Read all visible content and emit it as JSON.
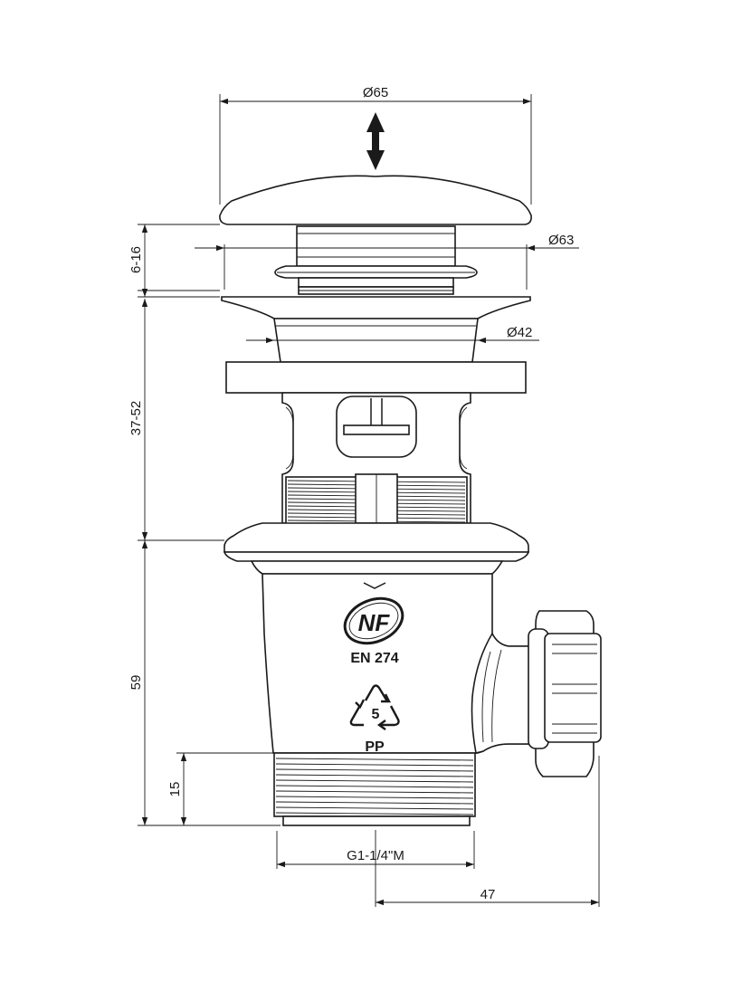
{
  "dimensions": {
    "cap_diameter": "Ø65",
    "seat_diameter": "Ø63",
    "body_diameter": "Ø42",
    "lift_range": "6-16",
    "installation_height": "37-52",
    "body_height": "59",
    "thread_length": "15",
    "thread_size": "G1-1/4\"M",
    "overflow_offset": "47"
  },
  "markings": {
    "certification": "NF",
    "standard": "EN 274",
    "recycling_code": "5",
    "material": "PP"
  },
  "icons": [
    "double-arrow-icon",
    "nf-logo-icon",
    "recycle-icon"
  ]
}
